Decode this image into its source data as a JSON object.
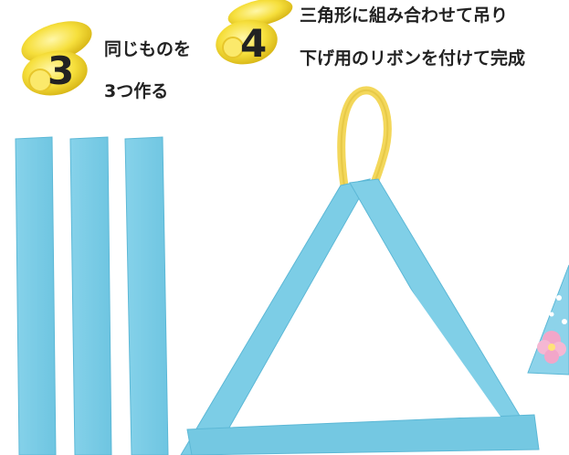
{
  "step3": {
    "number": "3",
    "line1": "同じものを",
    "line2": "3つ作る",
    "icon": "lemon-icon"
  },
  "step4": {
    "number": "4",
    "line1": "三角形に組み合わせて吊り",
    "line2": "下げ用のリボンを付けて完成",
    "icon": "lemon-icon"
  },
  "colors": {
    "strip": "#7ccde6",
    "strip_edge": "#5cb8d6",
    "ribbon": "#f3d75a",
    "lemon": "#f6df3c",
    "text": "#222222"
  }
}
